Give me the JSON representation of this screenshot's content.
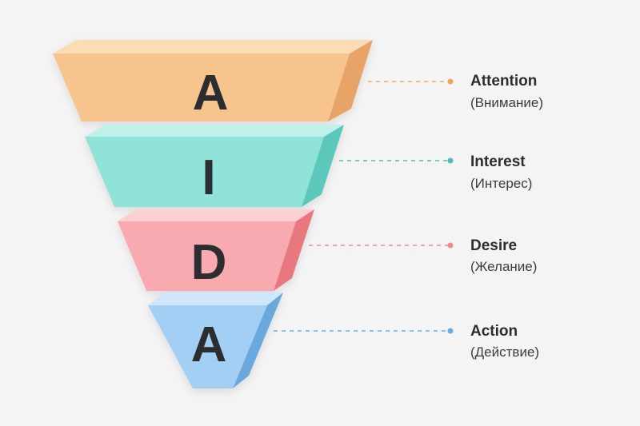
{
  "stages": [
    {
      "letter": "A",
      "title": "Attention",
      "subtitle": "(Внимание)",
      "color": "#f7c48e",
      "side": "#e8a468",
      "top": "#fbdcb4",
      "accent": "#f2a55f"
    },
    {
      "letter": "I",
      "title": "Interest",
      "subtitle": "(Интерес)",
      "color": "#8fe3d8",
      "side": "#5cc7bb",
      "top": "#c1f0ea",
      "accent": "#4fbdb1"
    },
    {
      "letter": "D",
      "title": "Desire",
      "subtitle": "(Желание)",
      "color": "#f9a9b0",
      "side": "#e8787f",
      "top": "#fccfd3",
      "accent": "#f08a92"
    },
    {
      "letter": "A",
      "title": "Action",
      "subtitle": "(Действие)",
      "color": "#a3cff5",
      "side": "#6aa9de",
      "top": "#cfe6fb",
      "accent": "#68aee6"
    }
  ]
}
